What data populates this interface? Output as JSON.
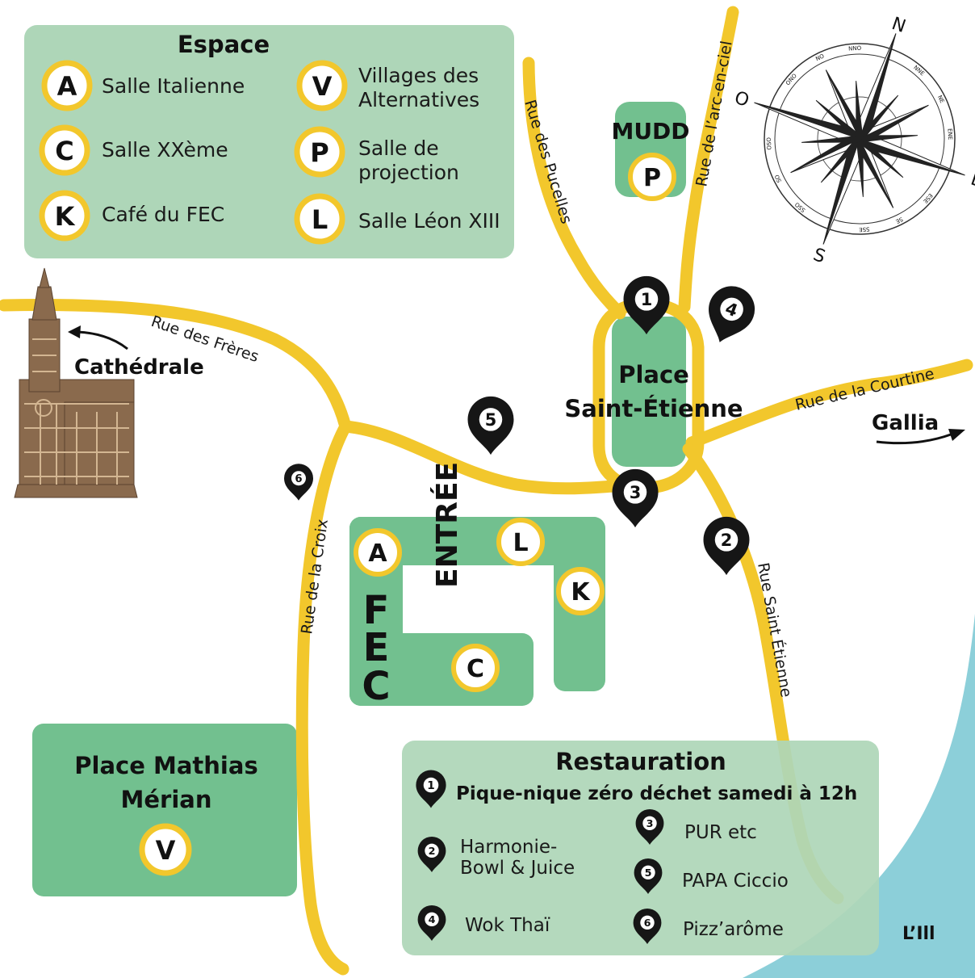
{
  "legend": {
    "title": "Espace",
    "items": [
      {
        "code": "A",
        "label_lines": [
          "Salle Italienne"
        ]
      },
      {
        "code": "C",
        "label_lines": [
          "Salle XXème"
        ]
      },
      {
        "code": "K",
        "label_lines": [
          "Café du FEC"
        ]
      },
      {
        "code": "V",
        "label_lines": [
          "Villages des",
          "Alternatives"
        ]
      },
      {
        "code": "P",
        "label_lines": [
          "Salle de",
          "projection"
        ]
      },
      {
        "code": "L",
        "label_lines": [
          "Salle Léon XIII"
        ]
      }
    ]
  },
  "places": {
    "mudd": "MUDD",
    "saint_etienne": [
      "Place",
      "Saint-Étienne"
    ],
    "merian": [
      "Place Mathias",
      "Mérian"
    ],
    "fec_letters": [
      "F",
      "E",
      "C"
    ],
    "entree": "ENTRÉE",
    "cathedrale": "Cathédrale",
    "gallia": "Gallia",
    "ill": "L’Ill"
  },
  "streets": {
    "freres": "Rue des Frères",
    "pucelles": "Rue des Pucelles",
    "arc_en_ciel": "Rue de l’arc-en-ciel",
    "courtine": "Rue de la Courtine",
    "croix": "Rue de la Croix",
    "saint_etienne": "Rue Saint Étienne"
  },
  "map_markers": {
    "A": "A",
    "C": "C",
    "K": "K",
    "L": "L",
    "P": "P",
    "V": "V",
    "pin1": "1",
    "pin2": "2",
    "pin3": "3",
    "pin4": "4",
    "pin5": "5",
    "pin6": "6"
  },
  "restauration": {
    "title": "Restauration",
    "featured": {
      "number": "1",
      "label": "Pique-nique zéro déchet samedi à 12h"
    },
    "items": [
      {
        "number": "2",
        "label_lines": [
          "Harmonie-",
          "Bowl & Juice"
        ]
      },
      {
        "number": "4",
        "label_lines": [
          "Wok Thaï"
        ]
      },
      {
        "number": "3",
        "label_lines": [
          "PUR etc"
        ]
      },
      {
        "number": "5",
        "label_lines": [
          "PAPA Ciccio"
        ]
      },
      {
        "number": "6",
        "label_lines": [
          "Pizz’arôme"
        ]
      }
    ]
  },
  "compass": {
    "n": "N",
    "s": "S",
    "e": "E",
    "o": "O",
    "minor": [
      "NO",
      "NNO",
      "NNE",
      "NE",
      "ENE",
      "ESE",
      "SE",
      "SSE",
      "SSO",
      "SO",
      "OSO",
      "ONO"
    ]
  },
  "colors": {
    "road": "#f2c72c",
    "legend_bg": "#aed6b8",
    "building": "#72c08f",
    "water": "#8ccfd9",
    "pin": "#161616"
  }
}
